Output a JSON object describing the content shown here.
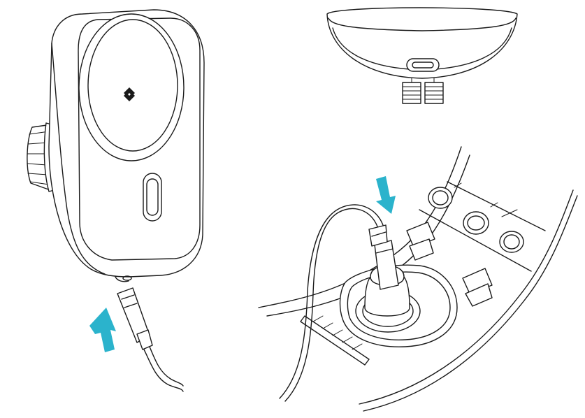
{
  "illustration": {
    "panels": [
      {
        "id": "mount-with-cable",
        "arrow": "up"
      },
      {
        "id": "mount-bottom-view"
      },
      {
        "id": "car-console-charger",
        "arrow": "down"
      }
    ],
    "colors": {
      "line": "#1a1a1a",
      "arrow": "#2bb3cc",
      "background": "#ffffff"
    },
    "logo_icon": "brand-chevron-mark"
  }
}
